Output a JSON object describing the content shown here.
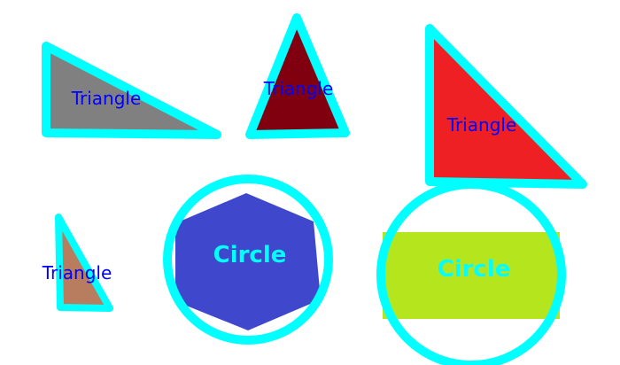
{
  "colors": {
    "background": "#ffffff",
    "outline": "#00ffff",
    "label_blue": "#0000ff",
    "label_cyan": "#00ffff"
  },
  "shapes": [
    {
      "kind": "triangle",
      "label": "Triangle",
      "fill": "#808080"
    },
    {
      "kind": "triangle",
      "label": "Triangle",
      "fill": "#800010"
    },
    {
      "kind": "triangle",
      "label": "Triangle",
      "fill": "#ee2024"
    },
    {
      "kind": "triangle",
      "label": "Triangle",
      "fill": "#b87c5e"
    },
    {
      "kind": "circle",
      "label": "Circle",
      "fill": "#3f48cc",
      "inner_shape": "hexagon"
    },
    {
      "kind": "circle",
      "label": "Circle",
      "fill": "#b5e61d",
      "inner_shape": "band"
    }
  ]
}
